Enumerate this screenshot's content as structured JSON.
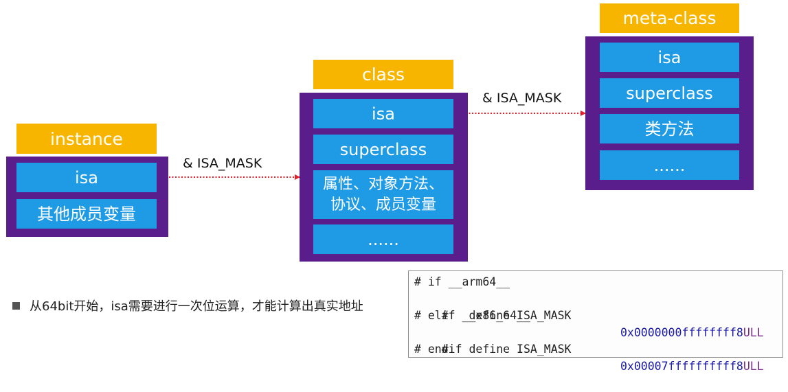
{
  "instance": {
    "title": "instance",
    "slots": [
      "isa",
      "其他成员变量"
    ]
  },
  "class": {
    "title": "class",
    "slots": [
      "isa",
      "superclass",
      "属性、对象方法、\n协议、成员变量",
      "......"
    ]
  },
  "meta_class": {
    "title": "meta-class",
    "slots": [
      "isa",
      "superclass",
      "类方法",
      "......"
    ]
  },
  "arrows": {
    "instance_to_class": "& ISA_MASK",
    "class_to_meta": "& ISA_MASK"
  },
  "bullet_text": "从64bit开始，isa需要进行一次位运算，才能计算出真实地址",
  "code": {
    "line1": "# if __arm64__",
    "line2_prefix": "#   define ISA_MASK",
    "line2_value": "0x0000000ffffffff8",
    "line2_suffix": "ULL",
    "line3": "# elif __x86_64__",
    "line4_prefix": "#   define ISA_MASK",
    "line4_value": "0x00007ffffffffff8",
    "line4_suffix": "ULL",
    "line5": "# endif"
  },
  "colors": {
    "label": "#F7B500",
    "frame": "#5A1D8C",
    "slot": "#1F9BE6",
    "arrow": "#E0202A"
  }
}
